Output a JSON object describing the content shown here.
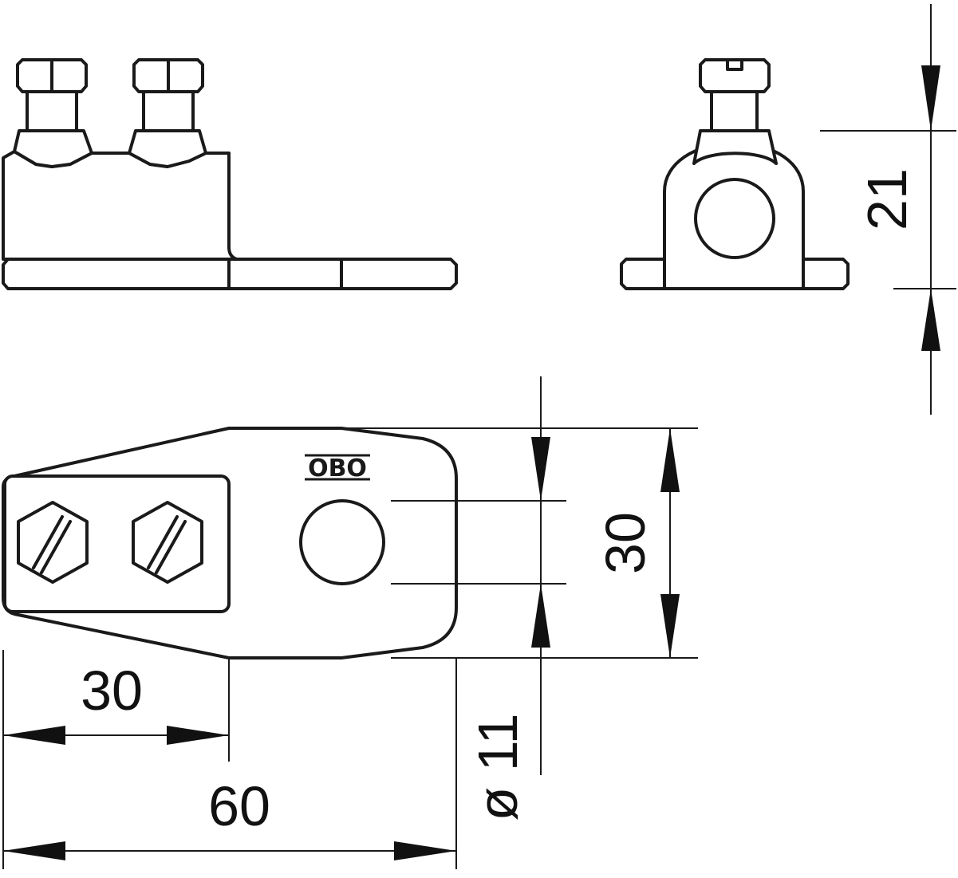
{
  "drawing": {
    "logo": "OBO",
    "colors": {
      "line": "#1a1a1a",
      "background": "#ffffff"
    },
    "dimensions": {
      "height_side": "21",
      "width_top": "30",
      "pitch_bottom": "30",
      "length_bottom": "60",
      "hole_diameter": "ø 11"
    }
  }
}
